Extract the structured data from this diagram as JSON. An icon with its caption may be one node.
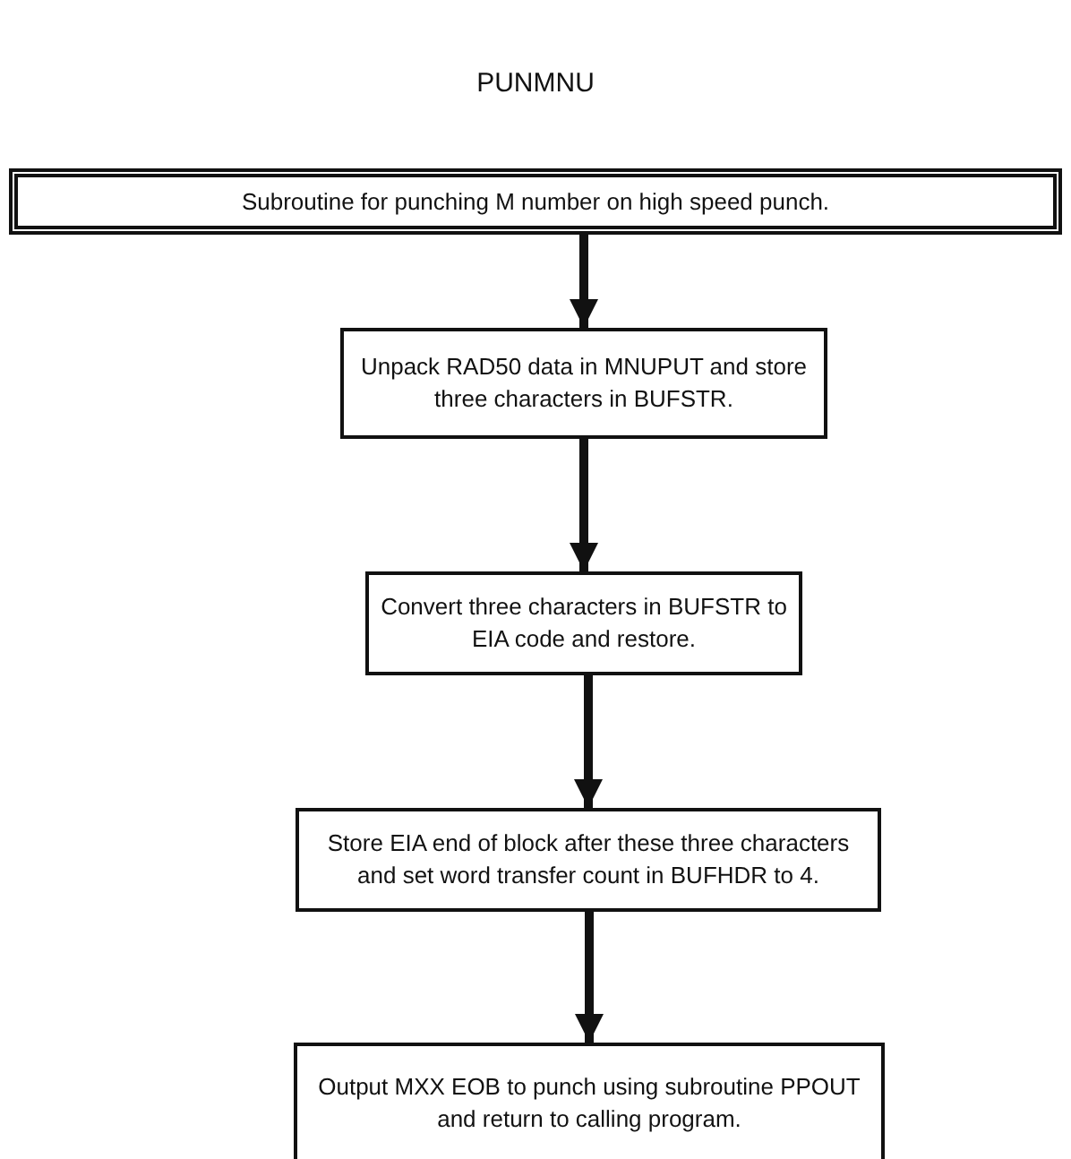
{
  "diagram": {
    "title": "PUNMNU",
    "nodes": [
      {
        "text": [
          "Subroutine for punching M number on high speed punch."
        ]
      },
      {
        "text": [
          "Unpack RAD50 data in MNUPUT and store three characters in BUFSTR."
        ]
      },
      {
        "text": [
          "Convert three characters in BUFSTR to EIA code and restore."
        ]
      },
      {
        "text": [
          "Store EIA end of block after these three characters and set word transfer count in BUFHDR to 4."
        ]
      },
      {
        "text": [
          "Output MXX EOB to punch using subroutine PPOUT and return to calling program."
        ]
      }
    ],
    "edges": [
      {
        "from": 0,
        "to": 1,
        "arrow": "to"
      },
      {
        "from": 1,
        "to": 2,
        "arrow": "to"
      },
      {
        "from": 2,
        "to": 3,
        "arrow": "to"
      },
      {
        "from": 3,
        "to": 4,
        "arrow": "to"
      }
    ]
  }
}
